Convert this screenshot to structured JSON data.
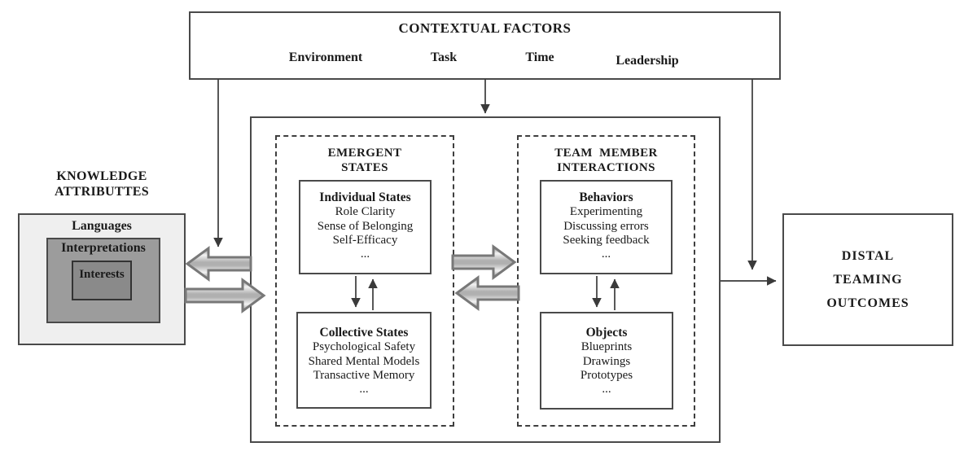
{
  "contextual_factors": {
    "title": "CONTEXTUAL FACTORS",
    "factors": [
      "Environment",
      "Task",
      "Time",
      "Leadership"
    ]
  },
  "knowledge_attributes": {
    "title_lines": [
      "KNOWLEDGE",
      "ATTRIBUTTES"
    ],
    "outer_label": "Languages",
    "middle_label": "Interpretations",
    "inner_label": "Interests"
  },
  "emergent_states": {
    "title_lines": [
      "EMERGENT",
      "STATES"
    ],
    "individual": {
      "title": "Individual States",
      "items": [
        "Role Clarity",
        "Sense of Belonging",
        "Self-Efficacy",
        "..."
      ]
    },
    "collective": {
      "title": "Collective States",
      "items": [
        "Psychological Safety",
        "Shared Mental Models",
        "Transactive Memory",
        "..."
      ]
    }
  },
  "team_member_interactions": {
    "title_lines": [
      "TEAM  MEMBER",
      "INTERACTIONS"
    ],
    "behaviors": {
      "title": "Behaviors",
      "items": [
        "Experimenting",
        "Discussing errors",
        "Seeking feedback",
        "..."
      ]
    },
    "objects": {
      "title": "Objects",
      "items": [
        "Blueprints",
        "Drawings",
        "Prototypes",
        "..."
      ]
    }
  },
  "distal_outcomes": {
    "lines": [
      "DISTAL",
      "TEAMING",
      "OUTCOMES"
    ]
  },
  "colors": {
    "box_border": "#4a4a4a",
    "knowledge_outer_fill": "#efefef",
    "interpretations_fill": "#9c9c9c",
    "interests_fill": "#8a8a8a",
    "thick_arrow_stroke": "#787878",
    "thin_arrow": "#3a3a3a"
  }
}
